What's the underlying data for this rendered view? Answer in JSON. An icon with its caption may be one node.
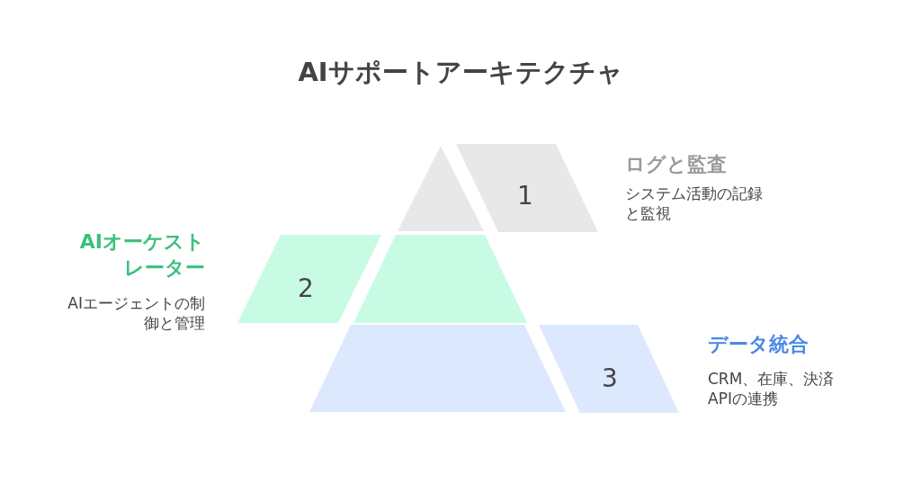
{
  "diagram": {
    "title": "AIサポートアーキテクチャ",
    "nodes": [
      {
        "text": [],
        "shape": "triangle"
      },
      {
        "text": [
          "1"
        ],
        "beside": [
          "ログと監査",
          "システム活動の記録と監視"
        ]
      },
      {
        "text": [
          "2"
        ],
        "beside": [
          "AIオーケストレーター",
          "AIエージェントの制御と管理"
        ]
      },
      {
        "text": [],
        "shape": "trapezoid"
      },
      {
        "text": [],
        "shape": "trapezoid"
      },
      {
        "text": [
          "3"
        ],
        "beside": [
          "データ統合",
          "CRM、在庫、決済APIの連携"
        ]
      }
    ]
  }
}
